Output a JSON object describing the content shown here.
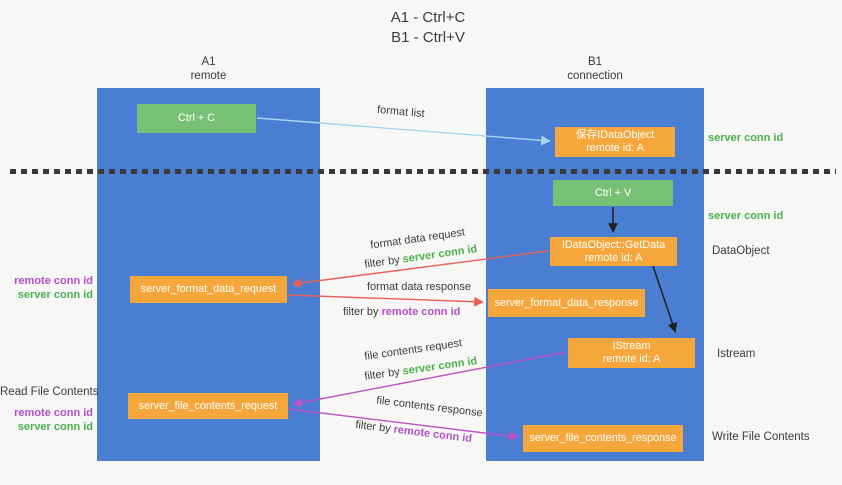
{
  "title": {
    "line1": "A1 - Ctrl+C",
    "line2": "B1 - Ctrl+V"
  },
  "lanes": {
    "a": {
      "name": "A1",
      "subtitle": "remote"
    },
    "b": {
      "name": "B1",
      "subtitle": "connection"
    }
  },
  "nodes": {
    "ctrl_c": "Ctrl + C",
    "save_idataobject": {
      "title": "保存IDataObject",
      "subtitle": "remote id: A"
    },
    "ctrl_v": "Ctrl + V",
    "getdata": {
      "title": "IDataObject::GetData",
      "subtitle": "remote id: A"
    },
    "format_request": "server_format_data_request",
    "format_response": "server_format_data_response",
    "istream": {
      "title": "IStream",
      "subtitle": "remote id: A"
    },
    "file_request": "server_file_contents_request",
    "file_response": "server_file_contents_response"
  },
  "edges": {
    "format_list": {
      "label": "format list"
    },
    "format_request": {
      "label": "format data request",
      "filter_prefix": "filter by ",
      "filter_key": "server conn id"
    },
    "format_response": {
      "label": "format data response",
      "filter_prefix": "filter by ",
      "filter_key": "remote conn id"
    },
    "file_request": {
      "label": "file contents request",
      "filter_prefix": "filter by ",
      "filter_key": "server conn id"
    },
    "file_response": {
      "label": "file contents response",
      "filter_prefix": "filter by ",
      "filter_key": "remote conn id"
    }
  },
  "side_labels": {
    "right_server_conn_id_1": "server conn id",
    "right_server_conn_id_2": "server conn id",
    "dataobject": "DataObject",
    "istream": "Istream",
    "write_file_contents": "Write File Contents",
    "left_remote_conn_id_1": "remote conn id",
    "left_server_conn_id_1": "server conn id",
    "read_file_contents": "Read File Contents",
    "left_remote_conn_id_2": "remote conn id",
    "left_server_conn_id_2": "server conn id"
  },
  "colors": {
    "lane_blue": "#4a7ed2",
    "node_green": "#77c177",
    "node_orange": "#f6a73c",
    "accent_green": "#4caf50",
    "accent_purple": "#b350c8",
    "arrow_red": "#ea6156",
    "arrow_magenta": "#bd53c5",
    "arrow_light_blue": "#a8d4f2",
    "arrow_black": "#1f1f1f",
    "background": "#f7f7f6"
  }
}
